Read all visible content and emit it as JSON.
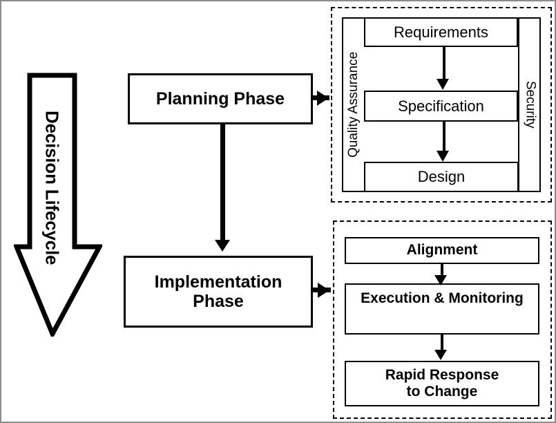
{
  "diagram": {
    "title": "Decision Lifecycle",
    "lifecycle_arrow": {
      "label": "Decision Lifecycle",
      "direction": "down",
      "icon": "down-arrow-block"
    },
    "phases": [
      {
        "id": "planning",
        "label": "Planning Phase"
      },
      {
        "id": "implementation",
        "label_line1": "Implementation",
        "label_line2": "Phase"
      }
    ],
    "waterfall_panel": {
      "left_band_label": "Quality Assurance",
      "right_band_label": "Security",
      "stages": [
        {
          "label": "Requirements"
        },
        {
          "label": "Specification"
        },
        {
          "label": "Design"
        }
      ],
      "arrows": [
        "requirements-to-specification",
        "specification-to-design"
      ]
    },
    "agile_panel": {
      "stages": [
        {
          "label": "Alignment"
        },
        {
          "label": "Execution & Monitoring"
        },
        {
          "label_line1": "Rapid Response",
          "label_line2": "to Change"
        }
      ],
      "arrows": [
        "alignment-to-execution",
        "execution-to-rapid-response"
      ]
    },
    "connectors": [
      {
        "id": "planning-to-waterfall",
        "direction": "right"
      },
      {
        "id": "planning-to-implementation",
        "direction": "down"
      },
      {
        "id": "implementation-to-agile",
        "direction": "right"
      }
    ],
    "colors": {
      "stroke": "#000000",
      "background": "#ffffff",
      "frame": "#8c8c8c"
    }
  }
}
